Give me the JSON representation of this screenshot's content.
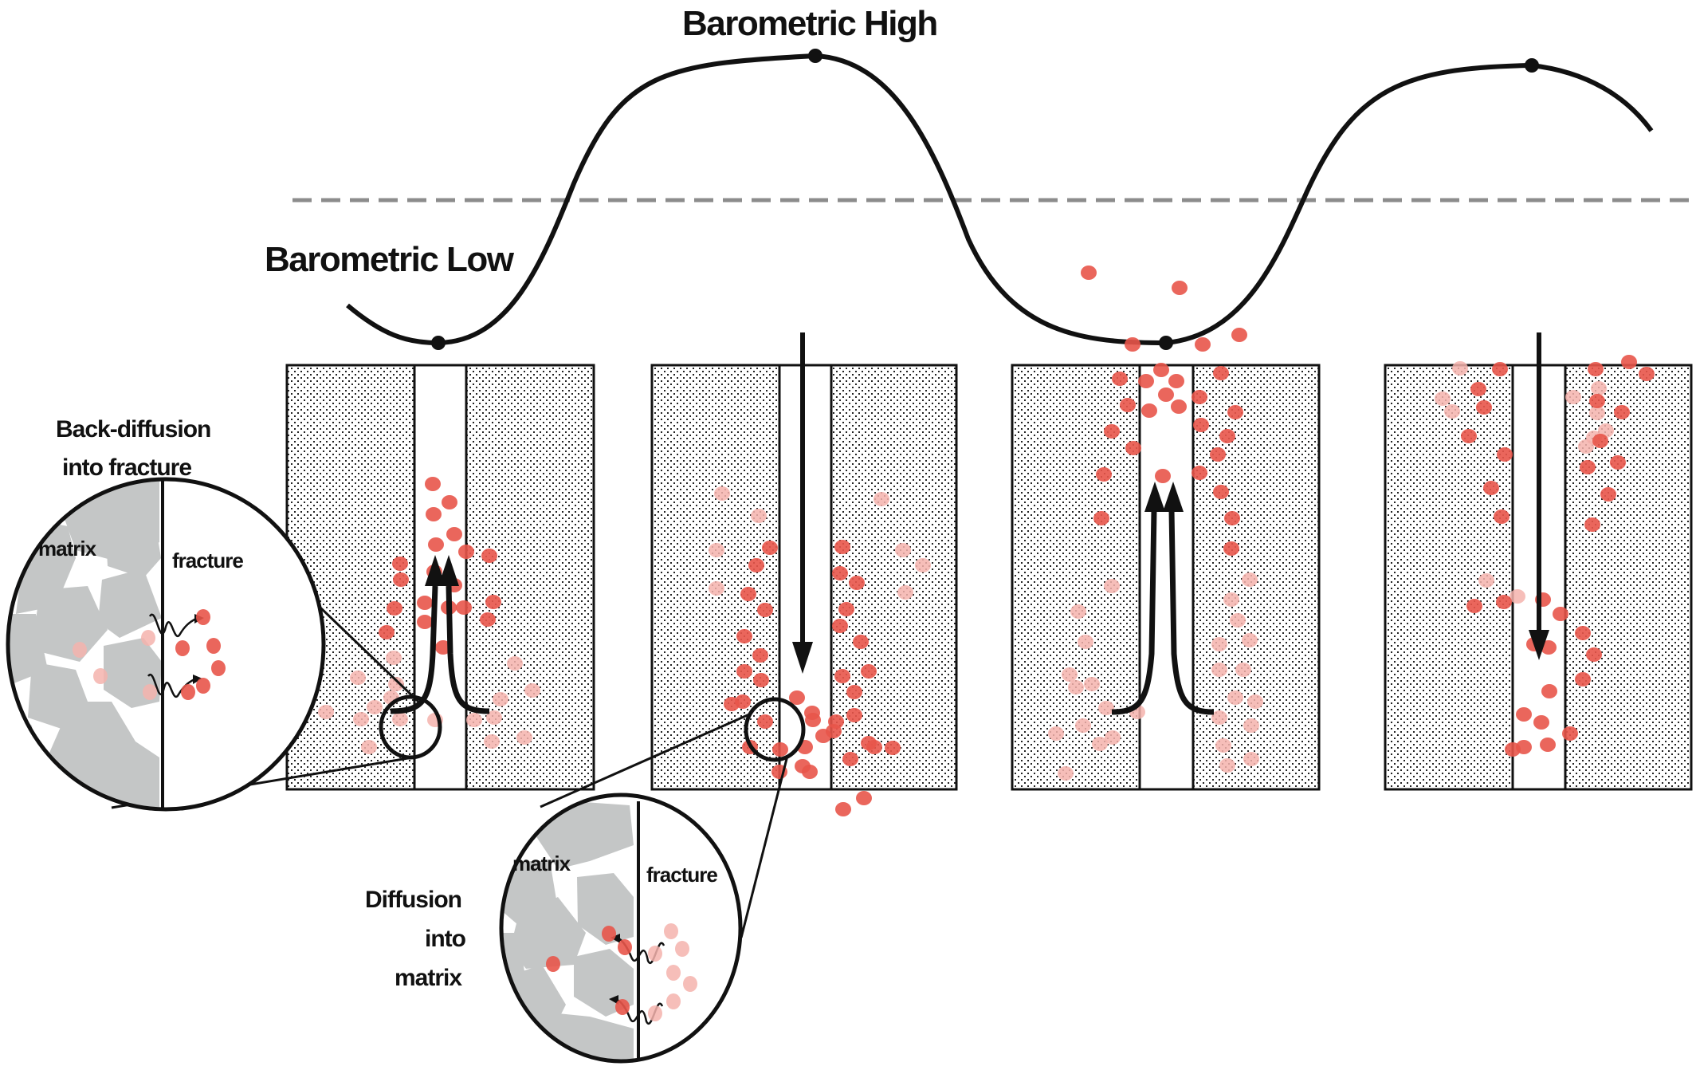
{
  "labels": {
    "barometric_high": "Barometric High",
    "barometric_low": "Barometric Low",
    "back_diffusion_line1": "Back-diffusion",
    "back_diffusion_line2": "into fracture",
    "diffusion_line1": "Diffusion",
    "diffusion_line2": "into",
    "diffusion_line3": "matrix",
    "inset1_matrix": "matrix",
    "inset1_fracture": "fracture",
    "inset2_matrix": "matrix",
    "inset2_fracture": "fracture"
  },
  "colors": {
    "particle_strong": "#e8554a",
    "particle_faint": "#f5b3ad",
    "grain_gray": "#c4c6c6",
    "stroke": "#111111",
    "dash": "#8c8c8c"
  },
  "panels": [
    {
      "name": "panel-1-barometric-low",
      "flow": "up",
      "description": "upward gas flow, back-diffusion into fracture"
    },
    {
      "name": "panel-2-rising-pressure",
      "flow": "down",
      "description": "downward flow, diffusion into matrix"
    },
    {
      "name": "panel-3-barometric-low",
      "flow": "up",
      "description": "upward flow, venting at surface"
    },
    {
      "name": "panel-4-barometric-high",
      "flow": "down",
      "description": "downward flow"
    }
  ]
}
